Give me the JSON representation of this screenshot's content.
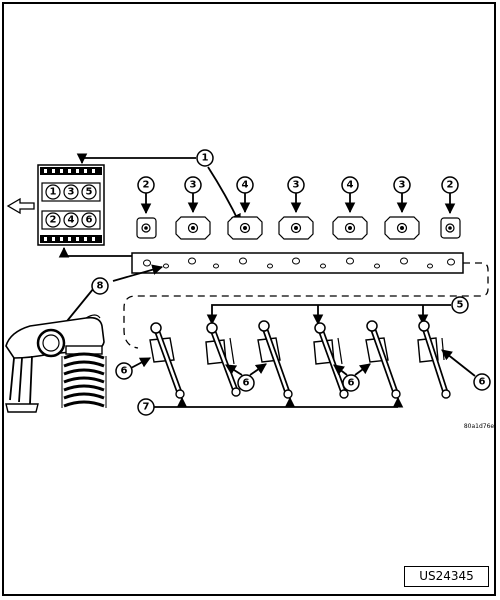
{
  "document_id": "US24345",
  "figure_code": "80a1d76e",
  "bank_labels": [
    "1",
    "3",
    "5",
    "2",
    "4",
    "6"
  ],
  "torque_sequence": [
    "2",
    "3",
    "4",
    "3",
    "4",
    "3",
    "2"
  ],
  "callouts": {
    "c1": "1",
    "c5": "5",
    "c6a": "6",
    "c6b": "6",
    "c6c": "6",
    "c6d": "6",
    "c7": "7",
    "c8": "8"
  }
}
